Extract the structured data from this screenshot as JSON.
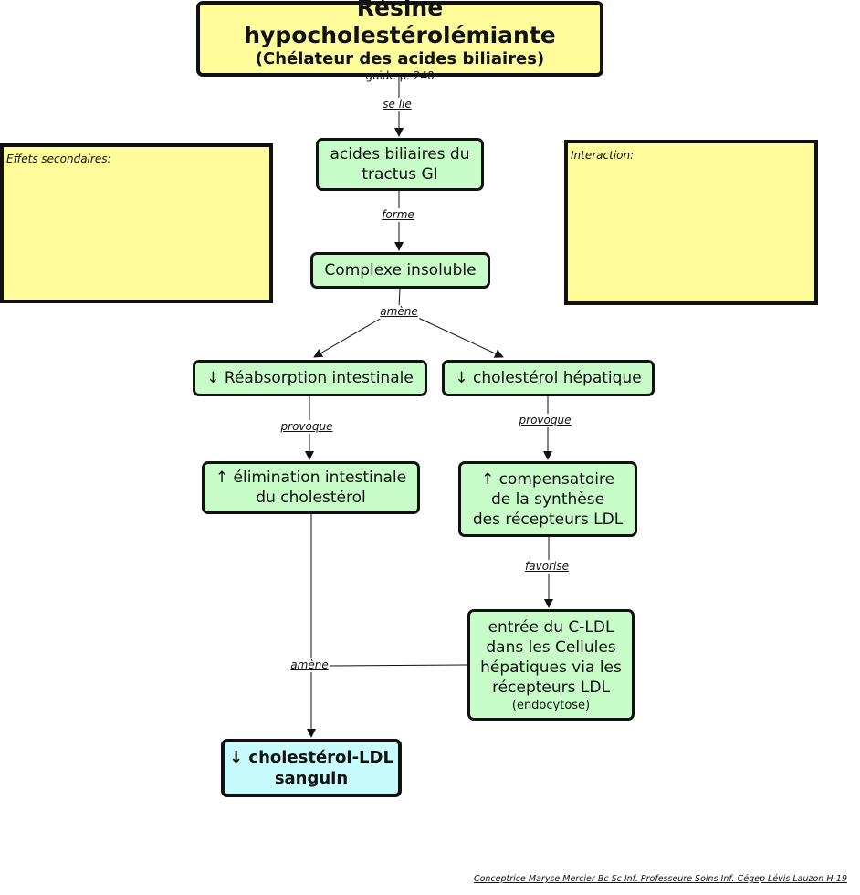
{
  "title": {
    "main": "Résine hypocholestérolémiante",
    "sub": "(Chélateur des acides biliaires)",
    "ref": "guide p. 240"
  },
  "nodes": {
    "acides": [
      "acides biliaires du",
      "tractus GI"
    ],
    "complexe": "Complexe insoluble",
    "reabsorption": "↓ Réabsorption intestinale",
    "chol_hepatique": "↓ cholestérol hépatique",
    "elimination": [
      "↑ élimination intestinale",
      "du cholestérol"
    ],
    "compensatoire": [
      "↑ compensatoire",
      "de la synthèse",
      "des récepteurs LDL"
    ],
    "entree": [
      "entrée du C-LDL",
      "dans les Cellules",
      "hépatiques via les",
      "récepteurs LDL"
    ],
    "entree_note": "(endocytose)",
    "ldl_sanguin": [
      "↓ cholestérol-LDL",
      "sanguin"
    ]
  },
  "links": {
    "se_lie": "se lie",
    "forme": "forme",
    "amene_1": "amène",
    "provoque_1": "provoque",
    "provoque_2": "provoque",
    "favorise": "favorise",
    "amene_2": "amène"
  },
  "notes": {
    "effets": "Effets secondaires:",
    "interaction": "Interaction:"
  },
  "footer": "Conceptrice  Maryse Mercier Bc Sc Inf. Professeure Soins Inf. Cégep Lévis Lauzon H-19",
  "colors": {
    "concept_green": "#c8fcc8",
    "title_yellow": "#fffc9c",
    "result_cyan": "#c8fcfc"
  }
}
